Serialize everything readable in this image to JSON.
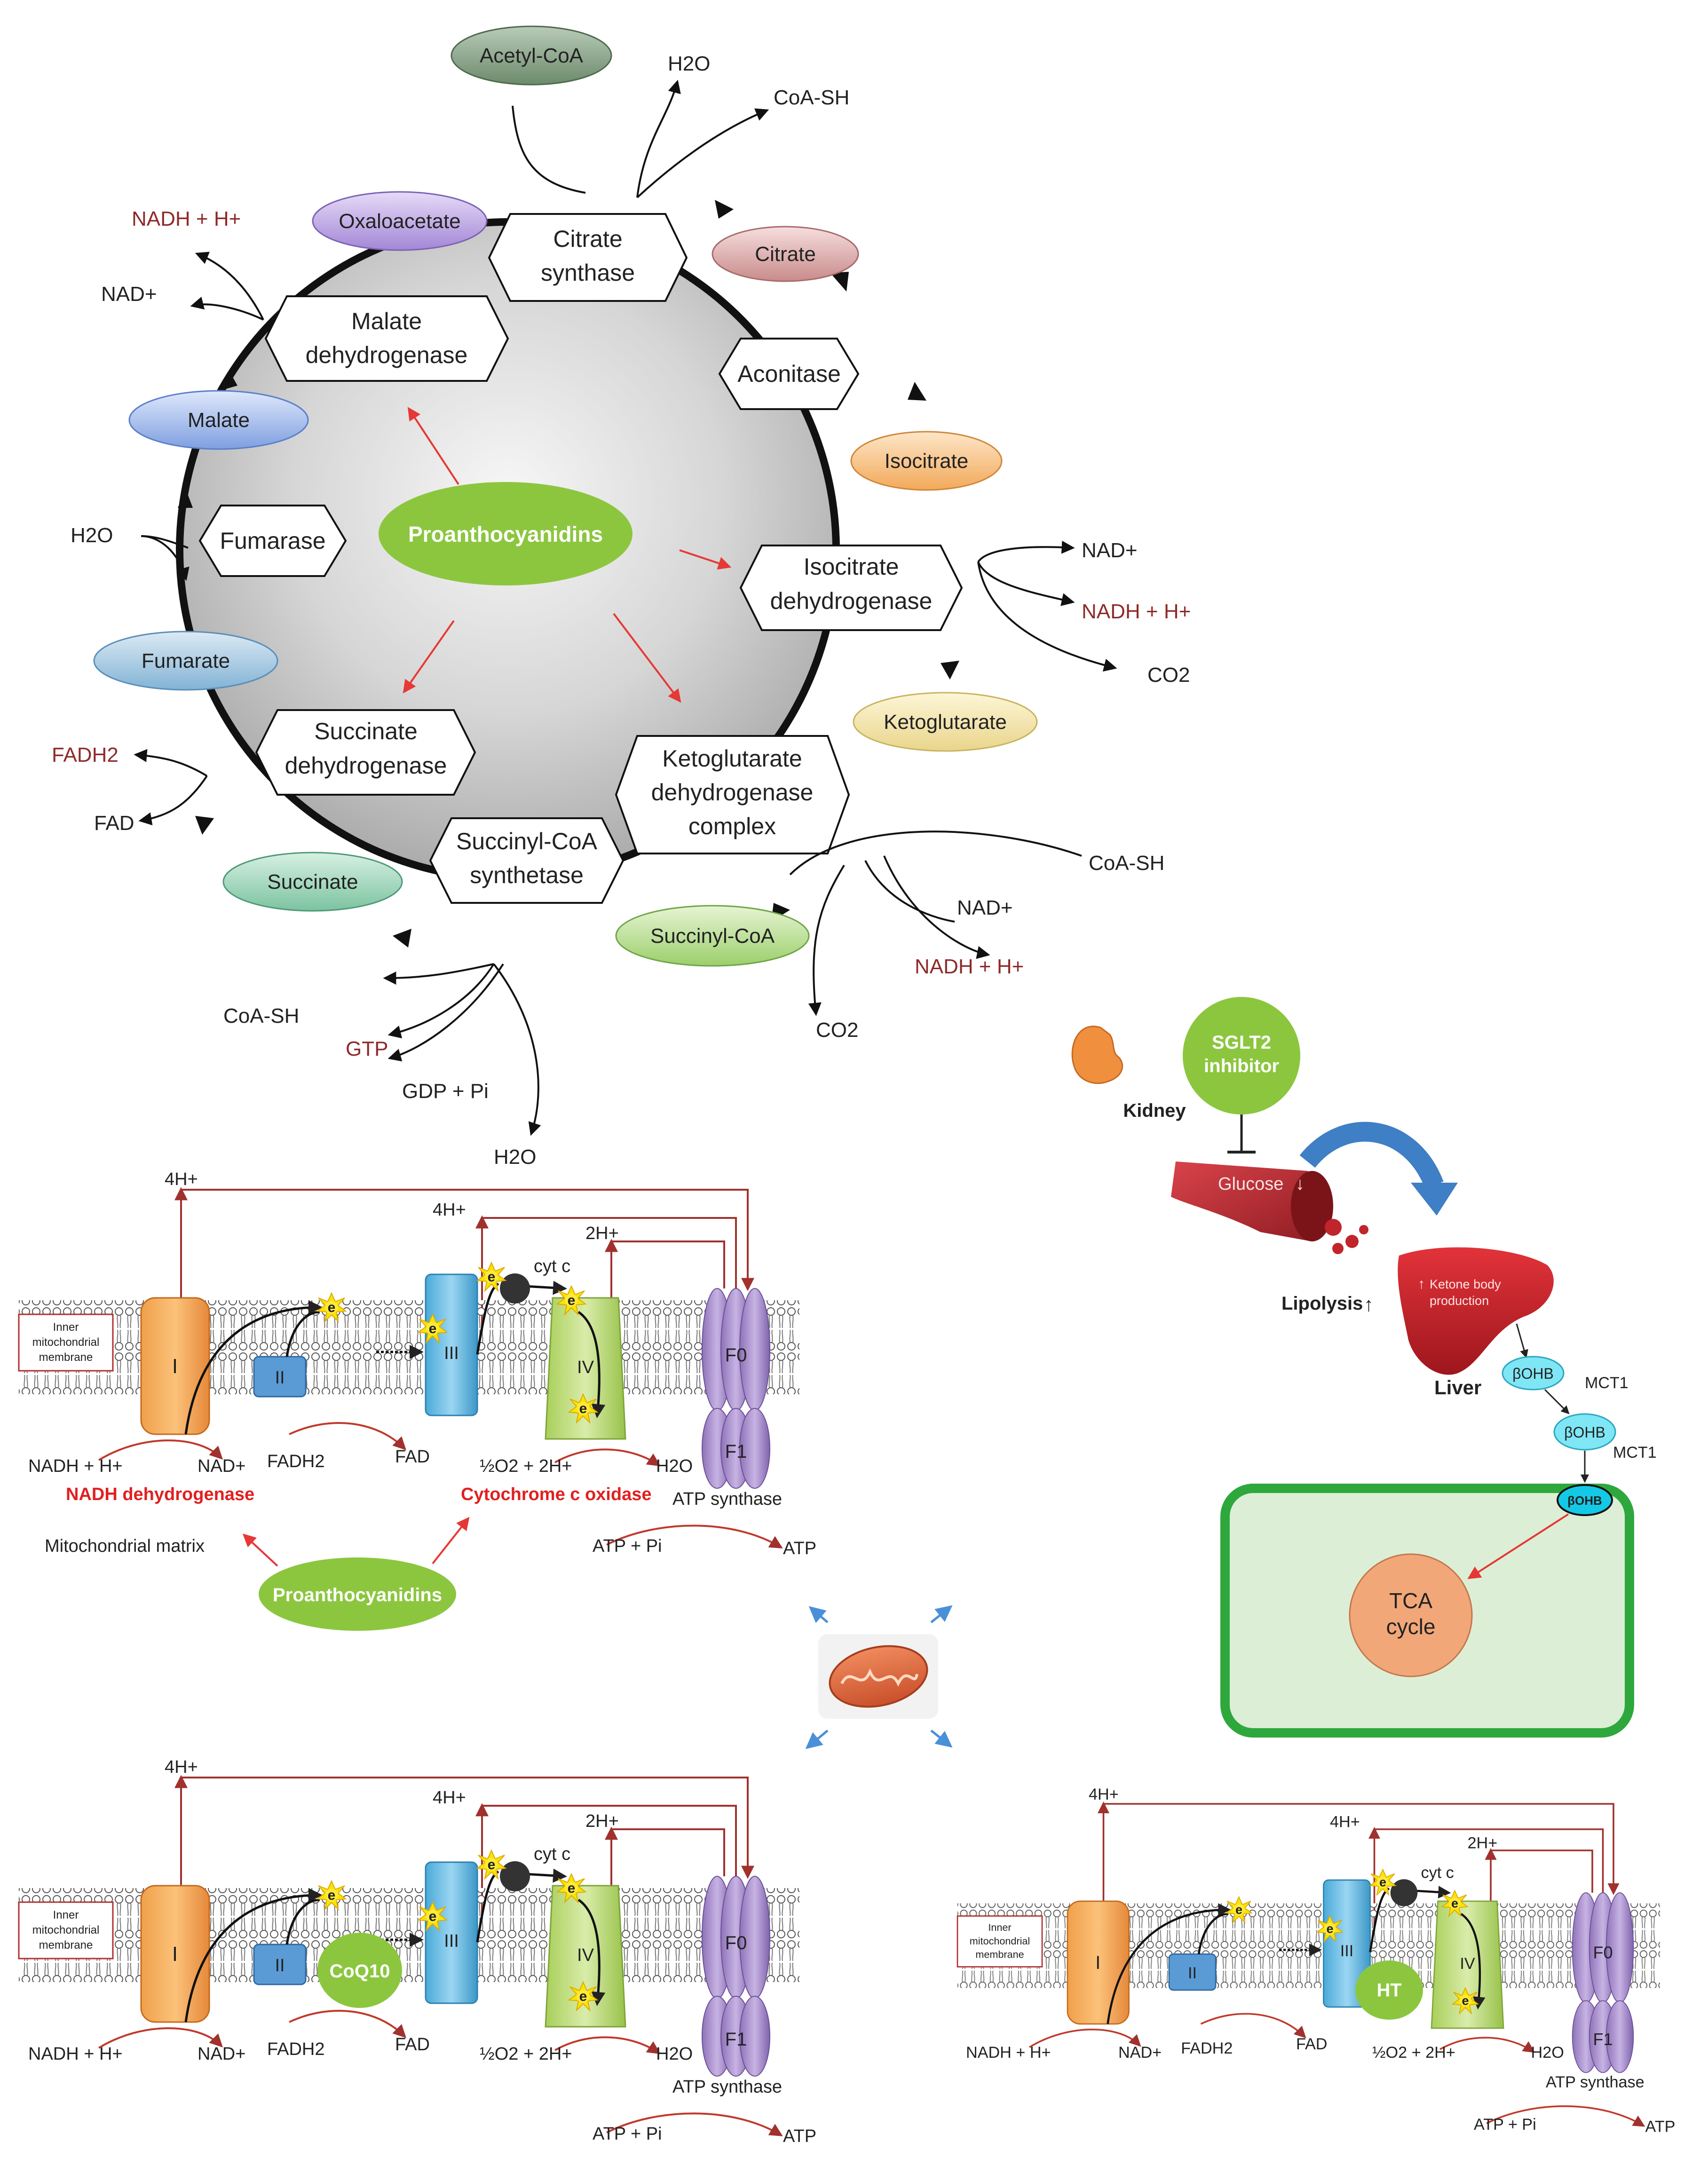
{
  "tca": {
    "metabolites": {
      "acetyl_coa": "Acetyl-CoA",
      "oxaloacetate": "Oxaloacetate",
      "citrate": "Citrate",
      "isocitrate": "Isocitrate",
      "ketoglutarate": "Ketoglutarate",
      "succinyl_coa": "Succinyl-CoA",
      "succinate": "Succinate",
      "fumarate": "Fumarate",
      "malate": "Malate"
    },
    "enzymes": {
      "citrate_synthase": [
        "Citrate",
        "synthase"
      ],
      "aconitase": [
        "Aconitase"
      ],
      "isocitrate_dh": [
        "Isocitrate",
        "dehydrogenase"
      ],
      "kgdh": [
        "Ketoglutarate",
        "dehydrogenase",
        "complex"
      ],
      "succinyl_coa_synthetase": [
        "Succinyl-CoA",
        "synthetase"
      ],
      "succinate_dh": [
        "Succinate",
        "dehydrogenase"
      ],
      "fumarase": [
        "Fumarase"
      ],
      "malate_dh": [
        "Malate",
        "dehydrogenase"
      ]
    },
    "center_label": "Proanthocyanidins",
    "cofactors": {
      "h2o_top": "H2O",
      "coa_sh_top": "CoA-SH",
      "nadh_left": "NADH + H+",
      "nad_left": "NAD+",
      "h2o_left": "H2O",
      "fadh2": "FADH2",
      "fad": "FAD",
      "coa_sh_bottom": "CoA-SH",
      "gtp": "GTP",
      "gdp_pi": "GDP + Pi",
      "h2o_bottom": "H2O",
      "co2_bottom": "CO2",
      "nad_kg": "NAD+",
      "nadh_kg": "NADH + H+",
      "coa_sh_kg": "CoA-SH",
      "nad_right": "NAD+",
      "nadh_right": "NADH + H+",
      "co2_right": "CO2"
    }
  },
  "etc_top": {
    "membrane_label": [
      "Inner",
      "mitochondrial",
      "membrane"
    ],
    "complexes": [
      "I",
      "II",
      "III",
      "IV",
      "F0",
      "F1"
    ],
    "electron": "e",
    "cyt_c": "cyt c",
    "protons": [
      "4H+",
      "4H+",
      "2H+"
    ],
    "nadh": "NADH + H+",
    "nad": "NAD+",
    "fadh2": "FADH2",
    "fad": "FAD",
    "o2": "½O2 + 2H+",
    "h2o": "H2O",
    "atp_synthase": "ATP synthase",
    "atp_pi": "ATP + Pi",
    "atp": "ATP",
    "matrix": "Mitochondrial matrix",
    "nadh_dh": "NADH dehydrogenase",
    "cyt_c_oxidase": "Cytochrome c oxidase",
    "agent": "Proanthocyanidins"
  },
  "etc_bl": {
    "agent": "CoQ10"
  },
  "etc_br": {
    "agent": "HT"
  },
  "sglt2": {
    "inhibitor": [
      "SGLT2",
      "inhibitor"
    ],
    "kidney": "Kidney",
    "glucose": "Glucose",
    "lipolysis": "Lipolysis",
    "ketone": [
      "Ketone body",
      "production"
    ],
    "liver": "Liver",
    "bohb": "βOHB",
    "mct1": "MCT1",
    "tca": [
      "TCA",
      "cycle"
    ]
  },
  "colors": {
    "center_green": "#8cc63f",
    "arrow_red": "#e53935",
    "proton_red": "#a0312d",
    "cell_border": "#2ea83d",
    "cell_fill": "#dcefd6",
    "tca_circle": "#f2a779"
  }
}
